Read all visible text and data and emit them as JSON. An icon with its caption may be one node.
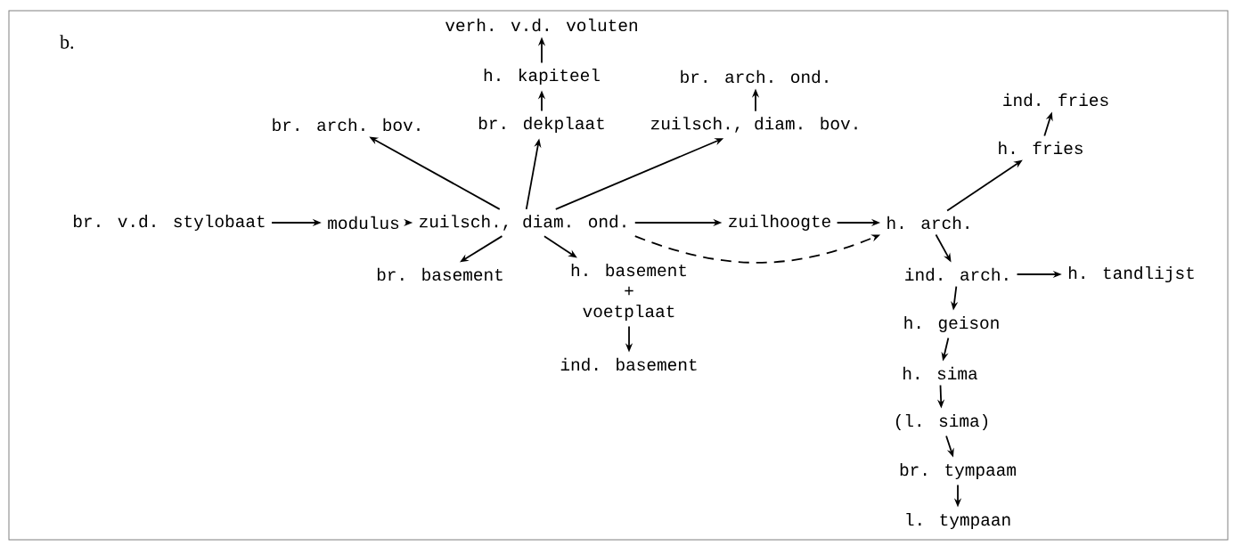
{
  "diagram": {
    "nodes": [
      {
        "text": [
          "br. v.d. stylobaat"
        ]
      },
      {
        "text": [
          "modulus"
        ]
      },
      {
        "text": [
          "zuilsch., diam. ond."
        ]
      },
      {
        "text": [
          "zuilhoogte"
        ]
      },
      {
        "text": [
          "h. arch."
        ]
      },
      {
        "text": [
          "br. arch. bov."
        ]
      },
      {
        "text": [
          "br. dekplaat"
        ]
      },
      {
        "text": [
          "h. kapiteel"
        ]
      },
      {
        "text": [
          "verh. v.d. voluten"
        ]
      },
      {
        "text": [
          "zuilsch., diam. bov."
        ]
      },
      {
        "text": [
          "br. arch. ond."
        ]
      },
      {
        "text": [
          "h. fries"
        ]
      },
      {
        "text": [
          "ind. fries"
        ]
      },
      {
        "text": [
          "br. basement"
        ]
      },
      {
        "text": [
          "h. basement",
          "+",
          "voetplaat"
        ]
      },
      {
        "text": [
          "ind. basement"
        ]
      },
      {
        "text": [
          "ind. arch."
        ]
      },
      {
        "text": [
          "h. tandlijst"
        ]
      },
      {
        "text": [
          "h. geison"
        ]
      },
      {
        "text": [
          "h. sima"
        ]
      },
      {
        "text": [
          "(l. sima)"
        ]
      },
      {
        "text": [
          "br. tympaam"
        ]
      },
      {
        "text": [
          "l. tympaan"
        ]
      }
    ],
    "edges": [
      {
        "from": 0,
        "to": 1,
        "arrow": "to"
      },
      {
        "from": 1,
        "to": 2,
        "arrow": "to"
      },
      {
        "from": 2,
        "to": 3,
        "arrow": "to"
      },
      {
        "from": 3,
        "to": 4,
        "arrow": "to"
      },
      {
        "from": 2,
        "to": 5,
        "arrow": "to"
      },
      {
        "from": 2,
        "to": 6,
        "arrow": "to"
      },
      {
        "from": 6,
        "to": 7,
        "arrow": "to"
      },
      {
        "from": 7,
        "to": 8,
        "arrow": "to"
      },
      {
        "from": 2,
        "to": 9,
        "arrow": "to"
      },
      {
        "from": 9,
        "to": 10,
        "arrow": "to"
      },
      {
        "from": 2,
        "to": 13,
        "arrow": "to"
      },
      {
        "from": 2,
        "to": 14,
        "arrow": "to"
      },
      {
        "from": 14,
        "to": 15,
        "arrow": "to"
      },
      {
        "from": 2,
        "to": 4,
        "arrow": "to",
        "style": "dashed"
      },
      {
        "from": 4,
        "to": 11,
        "arrow": "to"
      },
      {
        "from": 11,
        "to": 12,
        "arrow": "to"
      },
      {
        "from": 4,
        "to": 16,
        "arrow": "to"
      },
      {
        "from": 16,
        "to": 17,
        "arrow": "to"
      },
      {
        "from": 16,
        "to": 18,
        "arrow": "to"
      },
      {
        "from": 18,
        "to": 19,
        "arrow": "to"
      },
      {
        "from": 19,
        "to": 20,
        "arrow": "to"
      },
      {
        "from": 20,
        "to": 21,
        "arrow": "to"
      },
      {
        "from": 21,
        "to": 22,
        "arrow": "to"
      }
    ],
    "labels": [
      "b."
    ]
  }
}
